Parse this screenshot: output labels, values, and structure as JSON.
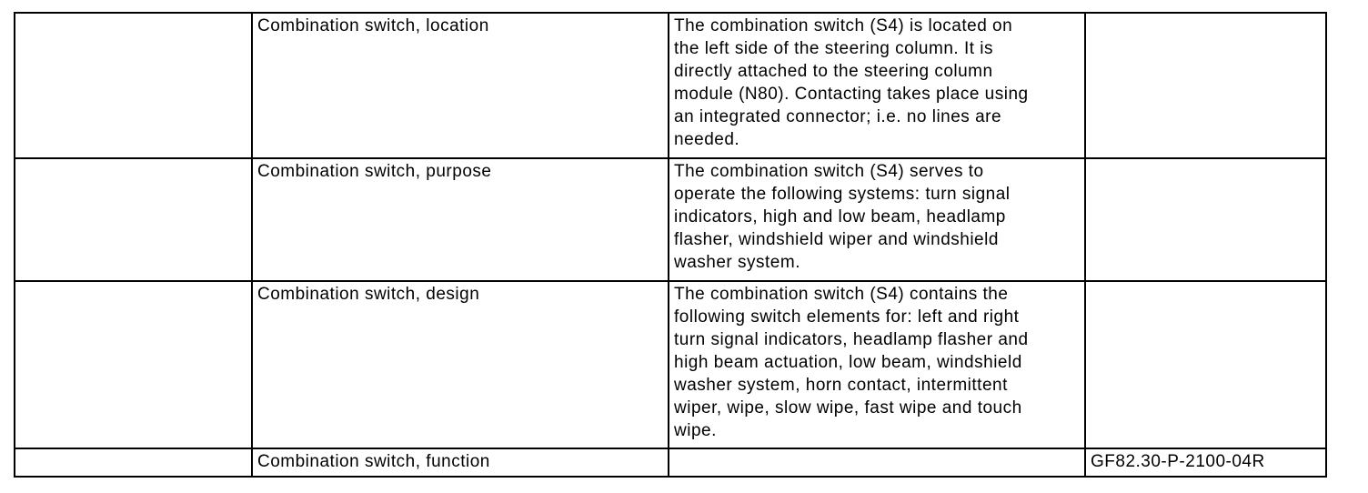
{
  "document": {
    "kind": "service-manual-table",
    "code_label": "GF82.30-P-2100-04R"
  },
  "colors": {
    "background": "#ffffff",
    "border": "#000000",
    "text": "#000000"
  },
  "table": {
    "rows": [
      {
        "label": "Combination switch, location",
        "description": "The combination switch (S4) is located on the left side of the steering column. It is directly attached to the steering column module (N80). Contacting takes place using an integrated connector; i.e. no lines are needed.",
        "code": ""
      },
      {
        "label": "Combination switch, purpose",
        "description": "The combination switch (S4) serves to operate the following systems: turn signal indicators, high and low beam, headlamp flasher, windshield wiper and windshield washer system.",
        "code": ""
      },
      {
        "label": "Combination switch, design",
        "description": "The combination switch (S4) contains the following switch elements for: left and right turn signal indicators, headlamp flasher and high beam actuation, low beam, windshield washer system, horn contact, intermittent wiper, wipe, slow wipe, fast wipe and touch wipe.",
        "code": ""
      },
      {
        "label": "Combination switch, function",
        "description": "",
        "code": "GF82.30-P-2100-04R"
      }
    ]
  }
}
